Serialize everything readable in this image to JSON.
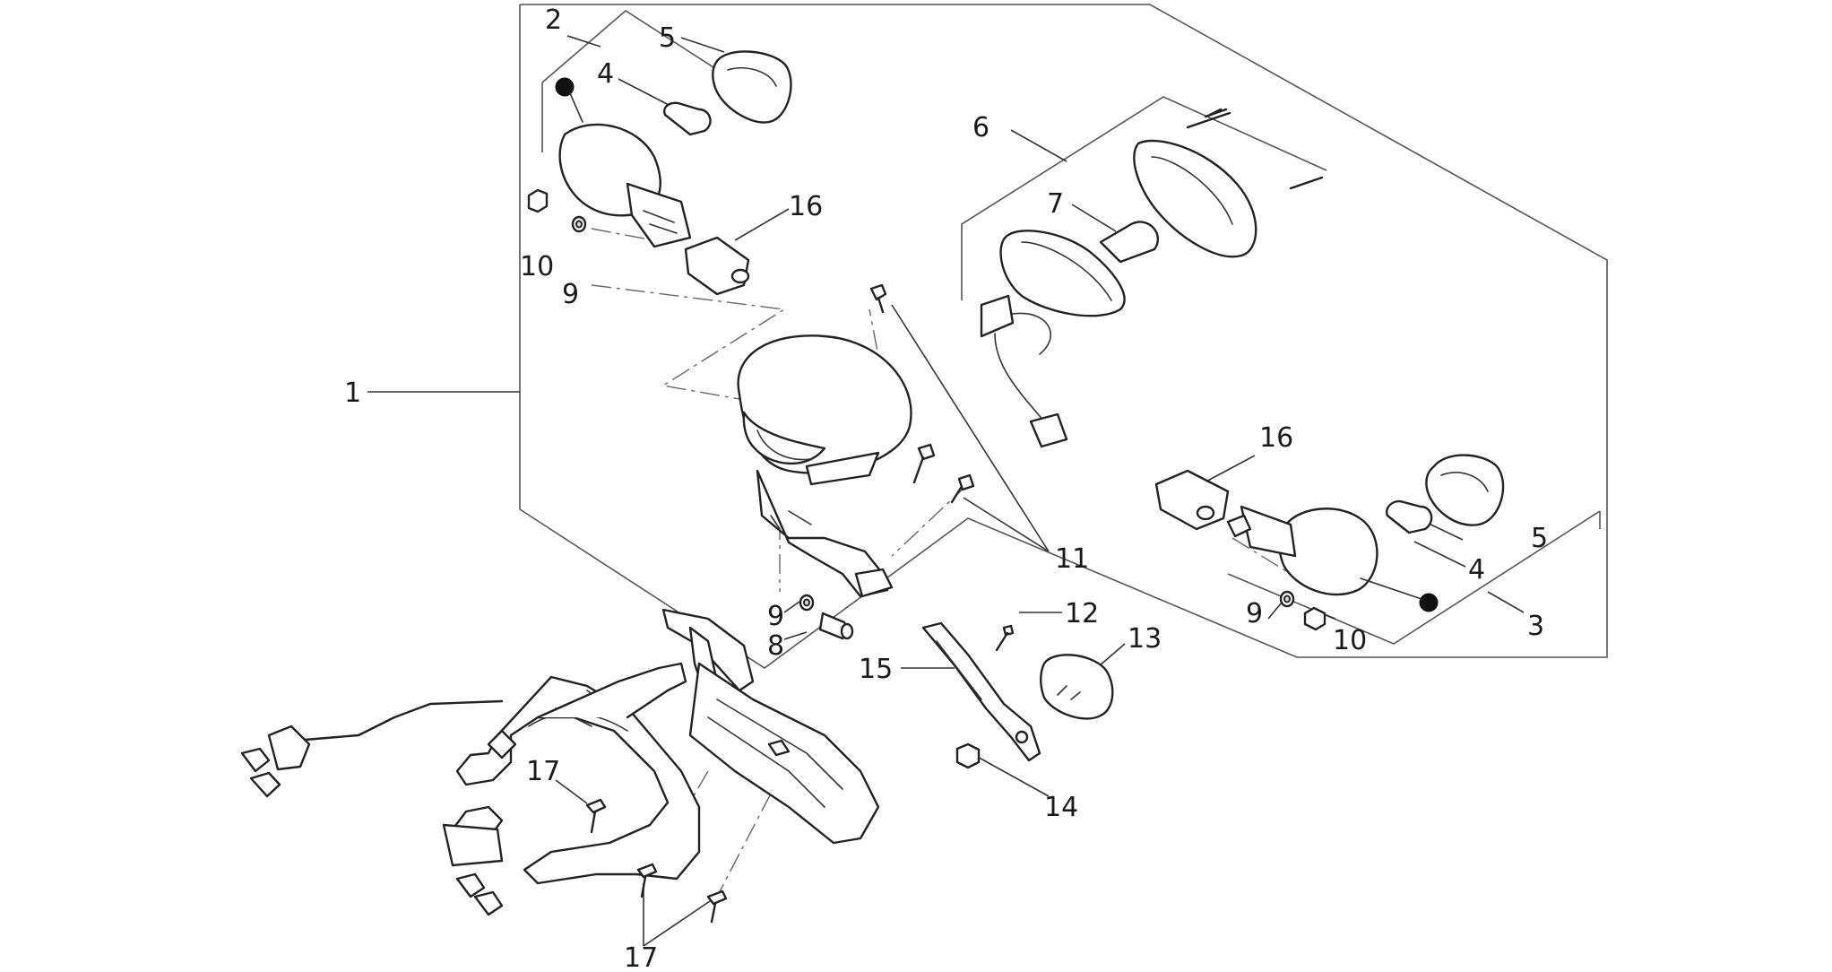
{
  "labels": {
    "p1": "1",
    "p2": "2",
    "p3": "3",
    "p4a": "4",
    "p4b": "4",
    "p5a": "5",
    "p5b": "5",
    "p6": "6",
    "p7": "7",
    "p8": "8",
    "p9a": "9",
    "p9b": "9",
    "p9c": "9",
    "p10a": "10",
    "p10b": "10",
    "p11": "11",
    "p12": "12",
    "p13": "13",
    "p14": "14",
    "p15": "15",
    "p16a": "16",
    "p16b": "16",
    "p17a": "17",
    "p17b": "17"
  },
  "colors": {
    "line": "#222222",
    "background": "#ffffff"
  }
}
